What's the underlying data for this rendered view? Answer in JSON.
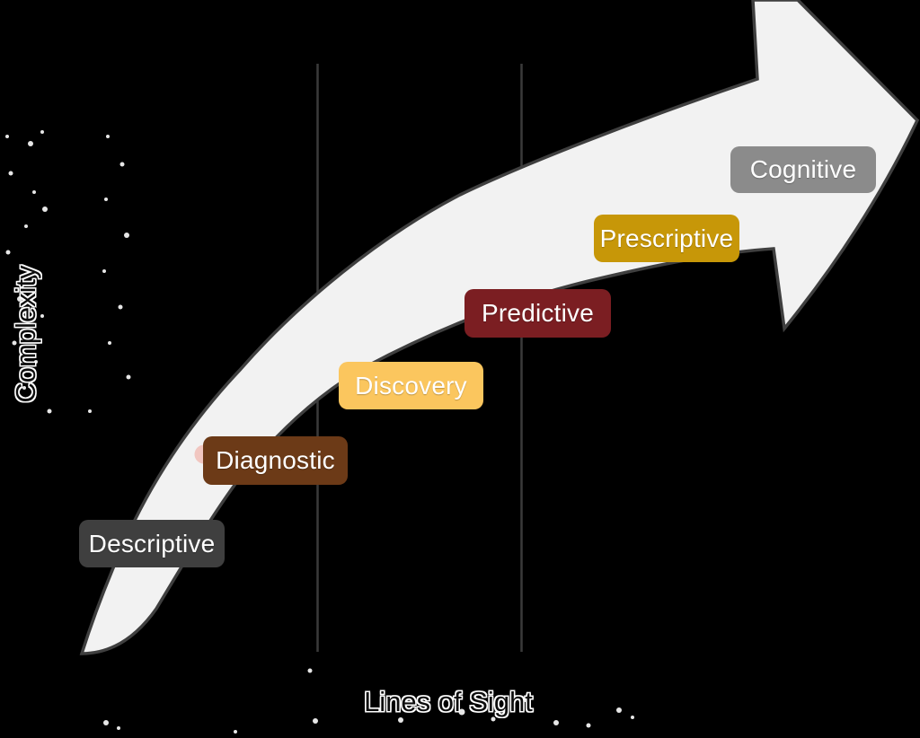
{
  "axes": {
    "y_label": "Complexity",
    "x_label": "Lines of Sight"
  },
  "stages": [
    {
      "label": "Descriptive",
      "color": "#3f3f3f"
    },
    {
      "label": "Diagnostic",
      "color": "#6c3a17"
    },
    {
      "label": "Discovery",
      "color": "#fbc65e"
    },
    {
      "label": "Predictive",
      "color": "#7b1e22"
    },
    {
      "label": "Prescriptive",
      "color": "#c79708"
    },
    {
      "label": "Cognitive",
      "color": "#8b8b8b"
    }
  ],
  "colors": {
    "background": "#000000",
    "arrow_fill": "#f2f2f2",
    "arrow_outline": "#3f3f3f",
    "gridline": "#3a3a3a",
    "accent_dot": "#f1c6c0",
    "label_text": "#ffffff"
  }
}
